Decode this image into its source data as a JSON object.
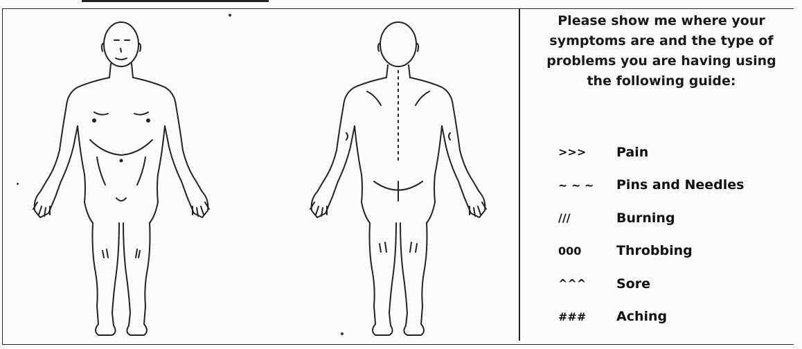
{
  "prompt": {
    "line1": "Please show me where your",
    "line2": "symptoms are and the type of",
    "line3": "problems you are having using",
    "line4": "the following guide:"
  },
  "legend": [
    {
      "symbol": ">>>",
      "label": "Pain"
    },
    {
      "symbol": "~ ~ ~",
      "label": "Pins and Needles"
    },
    {
      "symbol": "///",
      "label": "Burning"
    },
    {
      "symbol": "000",
      "label": "Throbbing"
    },
    {
      "symbol": "^^^",
      "label": "Sore"
    },
    {
      "symbol": "###",
      "label": "Aching"
    }
  ]
}
